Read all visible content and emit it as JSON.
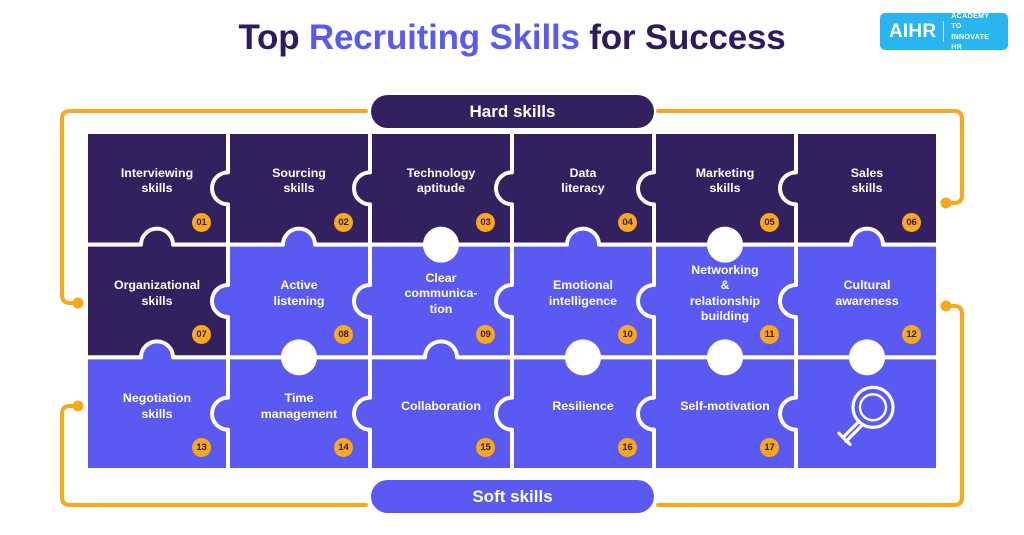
{
  "title": {
    "part1": "Top ",
    "accent": "Recruiting Skills",
    "part2": " for Success"
  },
  "logo": {
    "mark": "AIHR",
    "line1": "ACADEMY TO",
    "line2": "INNOVATE HR",
    "bg_color": "#29b6f0"
  },
  "labels": {
    "hard_skills": "Hard skills",
    "soft_skills": "Soft skills"
  },
  "colors": {
    "dark_purple": "#33215f",
    "blue_purple": "#5a5af2",
    "orange": "#f9a81a",
    "title_dark": "#2e1a5e",
    "white": "#ffffff"
  },
  "tiles": [
    {
      "number": "01",
      "text": "Interviewing\nskills",
      "color": "dark"
    },
    {
      "number": "02",
      "text": "Sourcing\nskills",
      "color": "dark"
    },
    {
      "number": "03",
      "text": "Technology\naptitude",
      "color": "dark"
    },
    {
      "number": "04",
      "text": "Data\nliteracy",
      "color": "dark"
    },
    {
      "number": "05",
      "text": "Marketing\nskills",
      "color": "dark"
    },
    {
      "number": "06",
      "text": "Sales\nskills",
      "color": "dark"
    },
    {
      "number": "07",
      "text": "Organizational\nskills",
      "color": "dark"
    },
    {
      "number": "08",
      "text": "Active\nlistening",
      "color": "blue"
    },
    {
      "number": "09",
      "text": "Clear\ncommunica-\ntion",
      "color": "blue"
    },
    {
      "number": "10",
      "text": "Emotional\nintelligence",
      "color": "blue"
    },
    {
      "number": "11",
      "text": "Networking\n&\nrelationship\nbuilding",
      "color": "blue"
    },
    {
      "number": "12",
      "text": "Cultural\nawareness",
      "color": "blue"
    },
    {
      "number": "13",
      "text": "Negotiation\nskills",
      "color": "blue"
    },
    {
      "number": "14",
      "text": "Time\nmanagement",
      "color": "blue"
    },
    {
      "number": "15",
      "text": "Collaboration",
      "color": "blue"
    },
    {
      "number": "16",
      "text": "Resilience",
      "color": "blue"
    },
    {
      "number": "17",
      "text": "Self-motivation",
      "color": "blue"
    },
    {
      "number": "",
      "text": "",
      "color": "blue",
      "icon": "magnifier-icon"
    }
  ]
}
